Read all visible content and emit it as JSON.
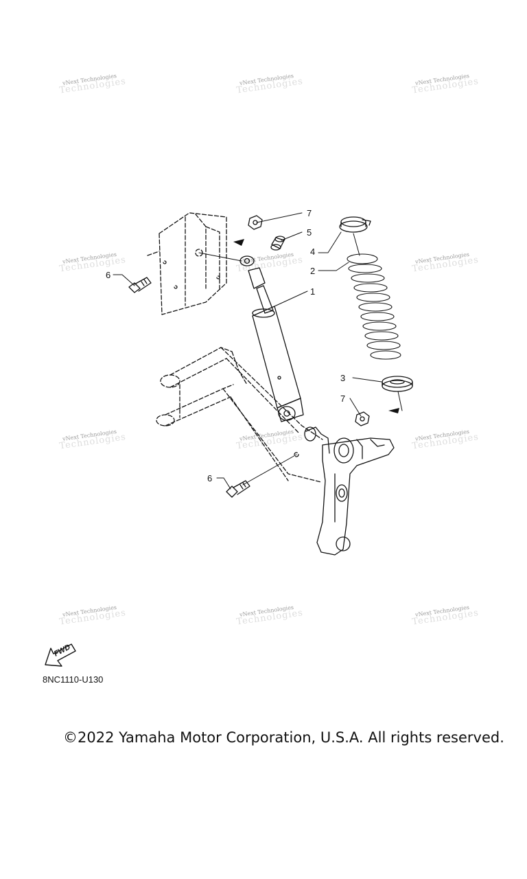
{
  "watermark": {
    "line1": "vNext Technologies",
    "line2": "Technologies"
  },
  "callouts": {
    "c1": "1",
    "c2": "2",
    "c3": "3",
    "c4": "4",
    "c5": "5",
    "c6_top": "6",
    "c6_bottom": "6",
    "c7_top": "7",
    "c7_mid": "7"
  },
  "fwd_label": "FWD",
  "diagram_code": "8NC1110-U130",
  "copyright": "©2022 Yamaha Motor Corporation, U.S.A. All rights reserved.",
  "colors": {
    "line": "#111111",
    "watermark": "#9a9a9a"
  }
}
